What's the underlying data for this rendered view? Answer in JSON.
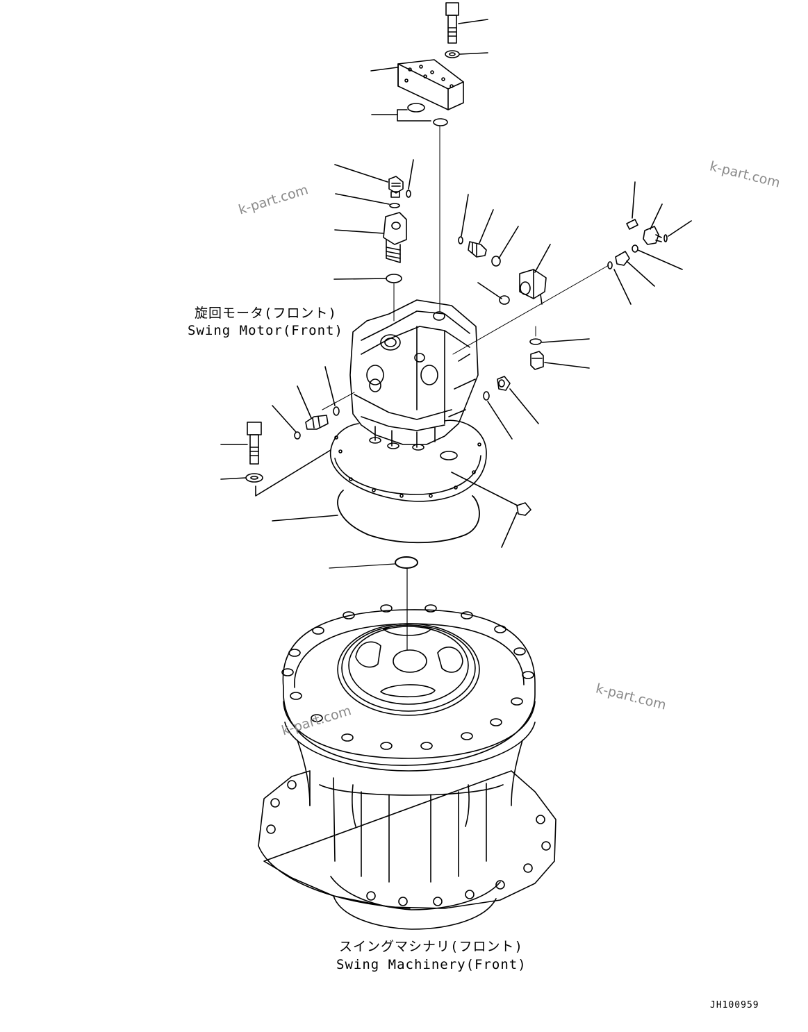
{
  "labels": {
    "swing_motor_jp": "旋回モータ(フロント)",
    "swing_motor_en": "Swing Motor(Front)",
    "swing_machinery_jp": "スイングマシナリ(フロント)",
    "swing_machinery_en": "Swing Machinery(Front)"
  },
  "drawing_code": "JH100959",
  "watermarks": [
    "k-part.com",
    "k-part.com",
    "k-part.com",
    "k-part.com"
  ]
}
